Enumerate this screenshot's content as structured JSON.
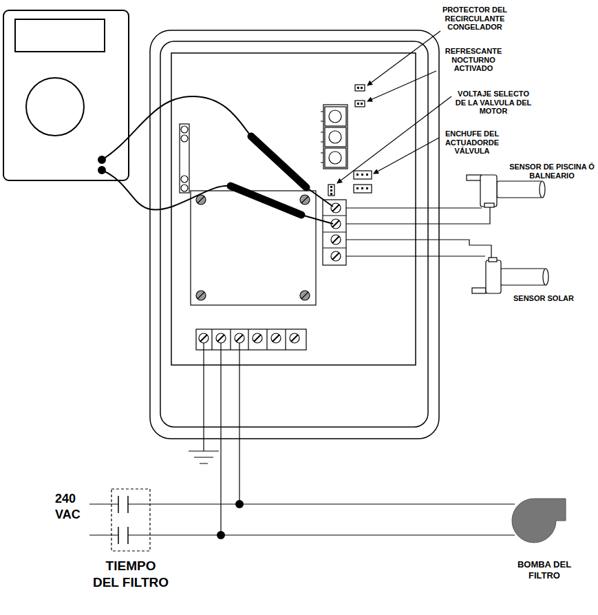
{
  "diagram": {
    "labels": [
      "PROTECTOR DEL RECIRCULANTE CONGELADOR",
      "REFRESCANTE NOCTURNO ACTIVADO",
      "VOLTAJE SELECTO DE LA VALVULA DEL MOTOR",
      "ENCHUFE DEL ACTUADORDE VÁLVULA",
      "SENSOR DE PISCINA Ó BALNEARIO",
      "SENSOR SOLAR",
      "240 VAC",
      "TIEMPO DEL FILTRO",
      "BOMBA DEL FILTRO"
    ]
  }
}
